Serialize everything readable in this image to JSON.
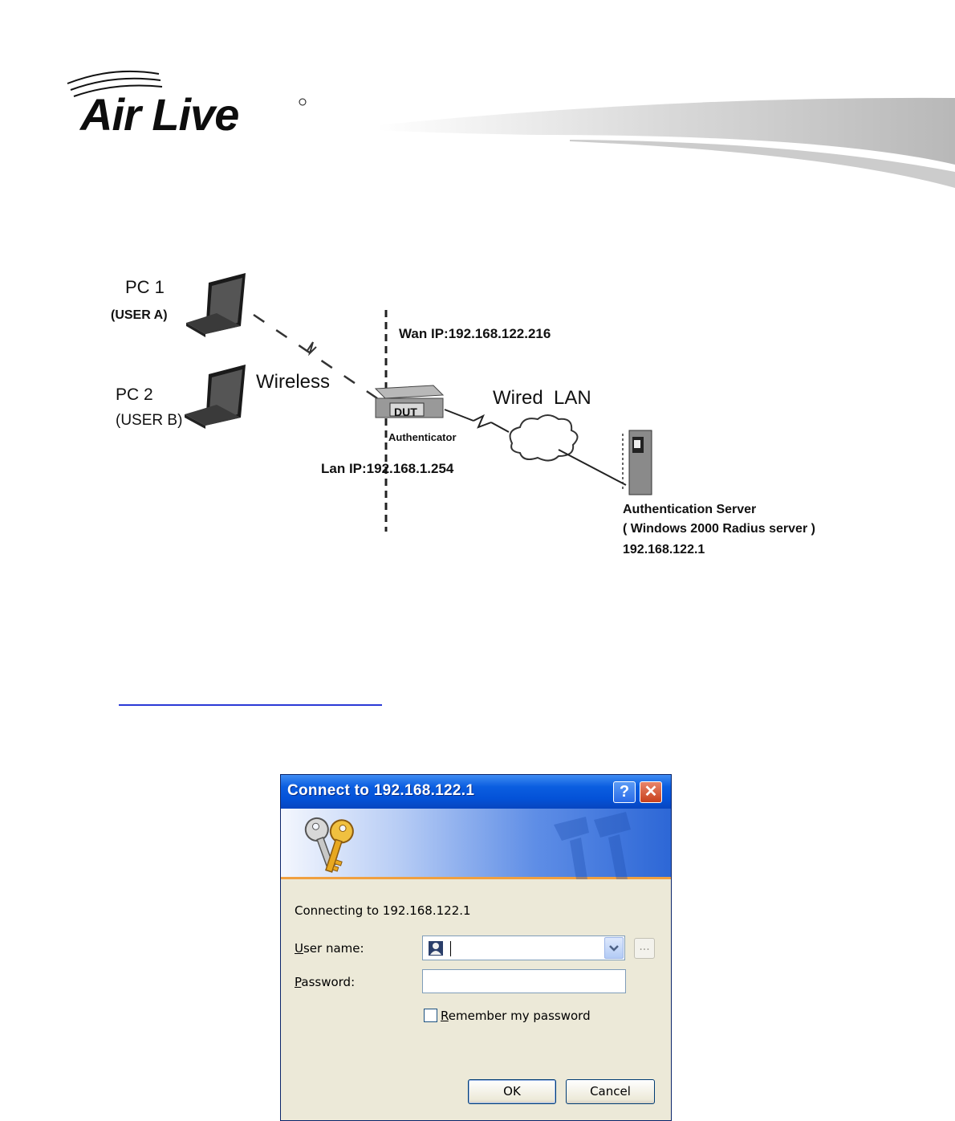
{
  "header": {
    "logo_text": "Air Live"
  },
  "diagram": {
    "pc1_label": "PC 1",
    "pc1_user": "(USER A)",
    "pc2_label": "PC 2",
    "pc2_user": "(USER B)",
    "wireless_label": "Wireless",
    "wan_ip": "Wan IP:192.168.122.216",
    "lan_ip": "Lan IP:192.168.1.254",
    "dut_label": "DUT",
    "authenticator_label": "Authenticator",
    "wired_lan_label": "Wired  LAN",
    "server_title": "Authentication Server",
    "server_subtitle": "( Windows 2000 Radius server )",
    "server_ip": "192.168.122.1"
  },
  "dialog": {
    "title": "Connect to 192.168.122.1",
    "help_button": "?",
    "close_button": "✕",
    "connecting_text": "Connecting to 192.168.122.1",
    "username_label_first": "U",
    "username_label_rest": "ser name:",
    "username_value": "",
    "password_label_first": "P",
    "password_label_rest": "assword:",
    "password_value": "",
    "remember_first": "R",
    "remember_rest": "emember my password",
    "remember_checked": false,
    "browse_button": "...",
    "ok_button": "OK",
    "cancel_button": "Cancel"
  }
}
